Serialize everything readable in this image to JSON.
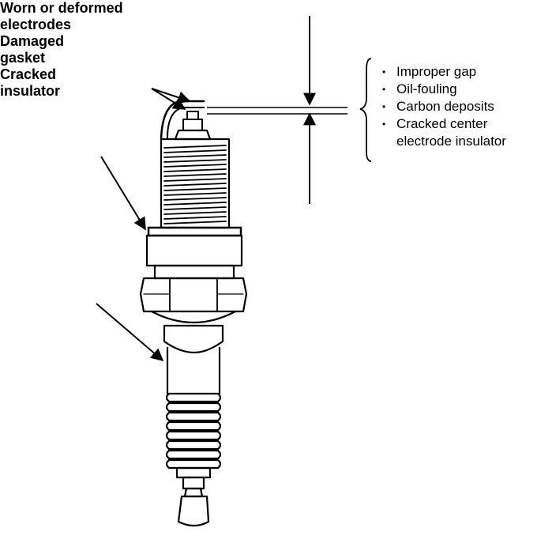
{
  "callouts": {
    "electrodes": [
      "Worn or deformed",
      "electrodes"
    ],
    "gasket": [
      "Damaged",
      "gasket"
    ],
    "insulator": [
      "Cracked",
      "insulator"
    ]
  },
  "defects": {
    "bullet": "•",
    "items": [
      [
        "Improper gap"
      ],
      [
        "Oil-fouling"
      ],
      [
        "Carbon deposits"
      ],
      [
        "Cracked center",
        "electrode insulator"
      ]
    ]
  },
  "colors": {
    "ink": "#000000",
    "paper": "#ffffff"
  }
}
